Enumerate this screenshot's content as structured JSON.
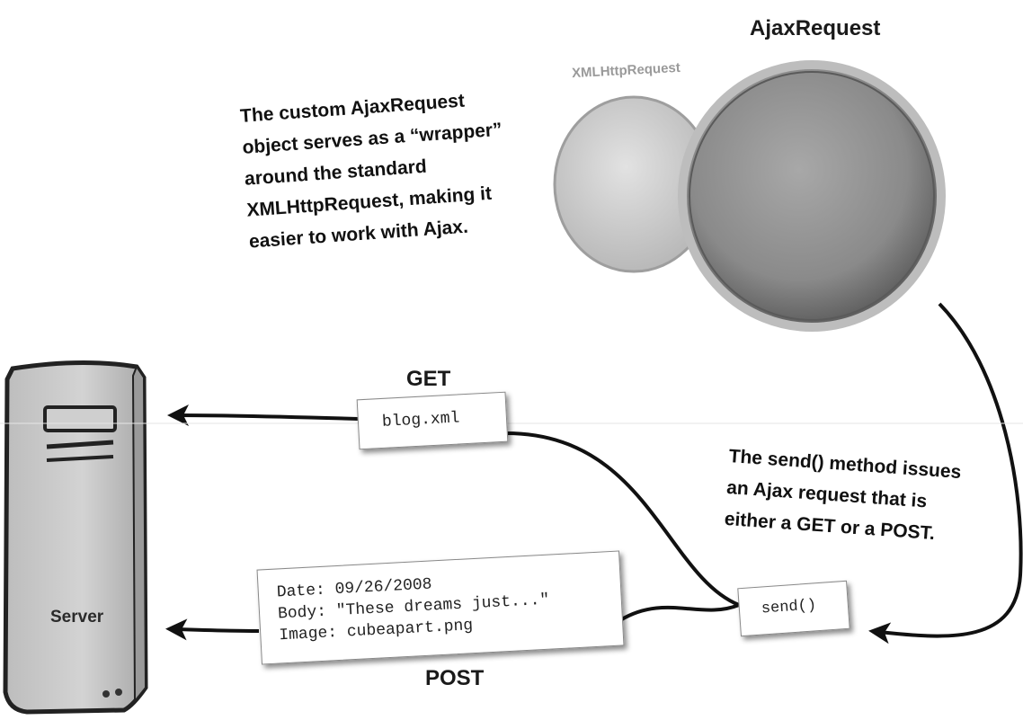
{
  "colors": {
    "server_body": "#c9c9c9",
    "outline": "#222222",
    "xhr_bubble": "#cfcfcf",
    "ajax_bubble": "#8c8c8c",
    "xhr_label": "#9a9a9a"
  },
  "bubbles": {
    "outer_label": "AjaxRequest",
    "inner_label": "XMLHttpRequest"
  },
  "notes": {
    "wrapper": [
      "The custom AjaxRequest",
      "object serves as a “wrapper”",
      "around the standard",
      "XMLHttpRequest, making it",
      "easier to work with Ajax."
    ],
    "send": [
      "The send() method issues",
      "an Ajax request that is",
      "either a GET or a POST."
    ]
  },
  "requests": {
    "get": {
      "label": "GET",
      "payload": "blog.xml"
    },
    "post": {
      "label": "POST",
      "payload": [
        "Date: 09/26/2008",
        "Body: \"These dreams just...\"",
        "Image: cubeapart.png"
      ]
    }
  },
  "method_card": "send()",
  "server": {
    "label": "Server"
  }
}
